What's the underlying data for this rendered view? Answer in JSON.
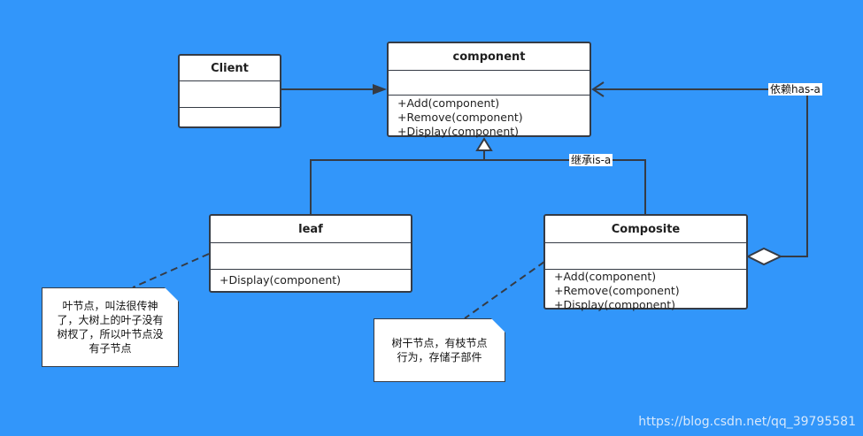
{
  "classes": {
    "client": {
      "name": "Client",
      "operations": []
    },
    "component": {
      "name": "component",
      "operations": [
        "+Add(component)",
        "+Remove(component)",
        "+Display(component)"
      ]
    },
    "leaf": {
      "name": "leaf",
      "operations": [
        "+Display(component)"
      ]
    },
    "composite": {
      "name": "Composite",
      "operations": [
        "+Add(component)",
        "+Remove(component)",
        "+Display(component)"
      ]
    }
  },
  "relations": {
    "inheritance_label": "继承is-a",
    "dependency_label": "依赖has-a"
  },
  "notes": {
    "leaf_note": "叶节点，叫法很传神\n了，大树上的叶子没有\n树杈了，所以叶节点没\n有子节点",
    "composite_note": "树干节点，有枝节点\n行为，存储子部件"
  },
  "watermark": "https://blog.csdn.net/qq_39795581",
  "colors": {
    "background": "#3296fa",
    "stroke": "#353b45",
    "box": "#ffffff"
  }
}
